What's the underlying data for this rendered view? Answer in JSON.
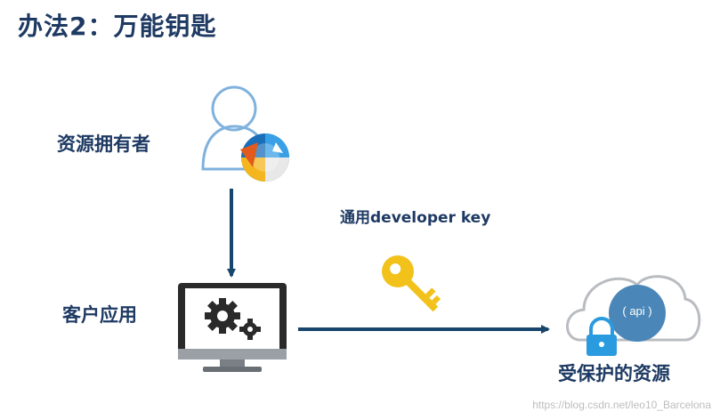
{
  "title": "办法2：万能钥匙",
  "labels": {
    "resource_owner": "资源拥有者",
    "client_app": "客户应用",
    "key_caption": "通用developer key",
    "protected_resource": "受保护的资源",
    "api": "( api )"
  },
  "watermark": "https://blog.csdn.net/leo10_Barcelona",
  "colors": {
    "title": "#1e3a63",
    "arrow": "#17456b",
    "person_outline": "#7fb2dd",
    "key": "#f2c21a",
    "cloud_outline": "#b9bcc0",
    "api_circle": "#4a86b8",
    "lock": "#2b9be0"
  },
  "icons": {
    "person": "user-outline-icon",
    "browser": "browser-globe-icon",
    "monitor": "computer-monitor-gear-icon",
    "key": "golden-key-icon",
    "cloud": "cloud-api-icon",
    "lock": "padlock-icon"
  }
}
